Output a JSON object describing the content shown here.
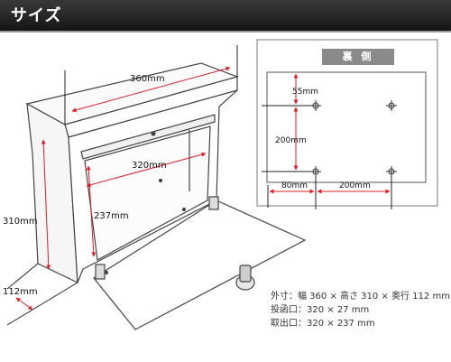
{
  "header": {
    "title": "サイズ"
  },
  "front_view": {
    "width_label": "360mm",
    "height_label": "310mm",
    "depth_label": "112mm",
    "inner_width_label": "320mm",
    "inner_height_label": "237mm"
  },
  "rear_view": {
    "badge": "裏 側",
    "top_offset_label": "55mm",
    "vertical_spacing_label": "200mm",
    "left_offset_label": "80mm",
    "horizontal_spacing_label": "200mm"
  },
  "specs": [
    {
      "label": "外寸：",
      "value": "幅 360 × 高さ 310 × 奥行 112 mm"
    },
    {
      "label": "投函口：",
      "value": "320 × 27 mm"
    },
    {
      "label": "取出口：",
      "value": "320 × 237 mm"
    }
  ],
  "colors": {
    "dimension": "#d8202c",
    "outline": "#444444",
    "header": "#1e1e1e"
  }
}
